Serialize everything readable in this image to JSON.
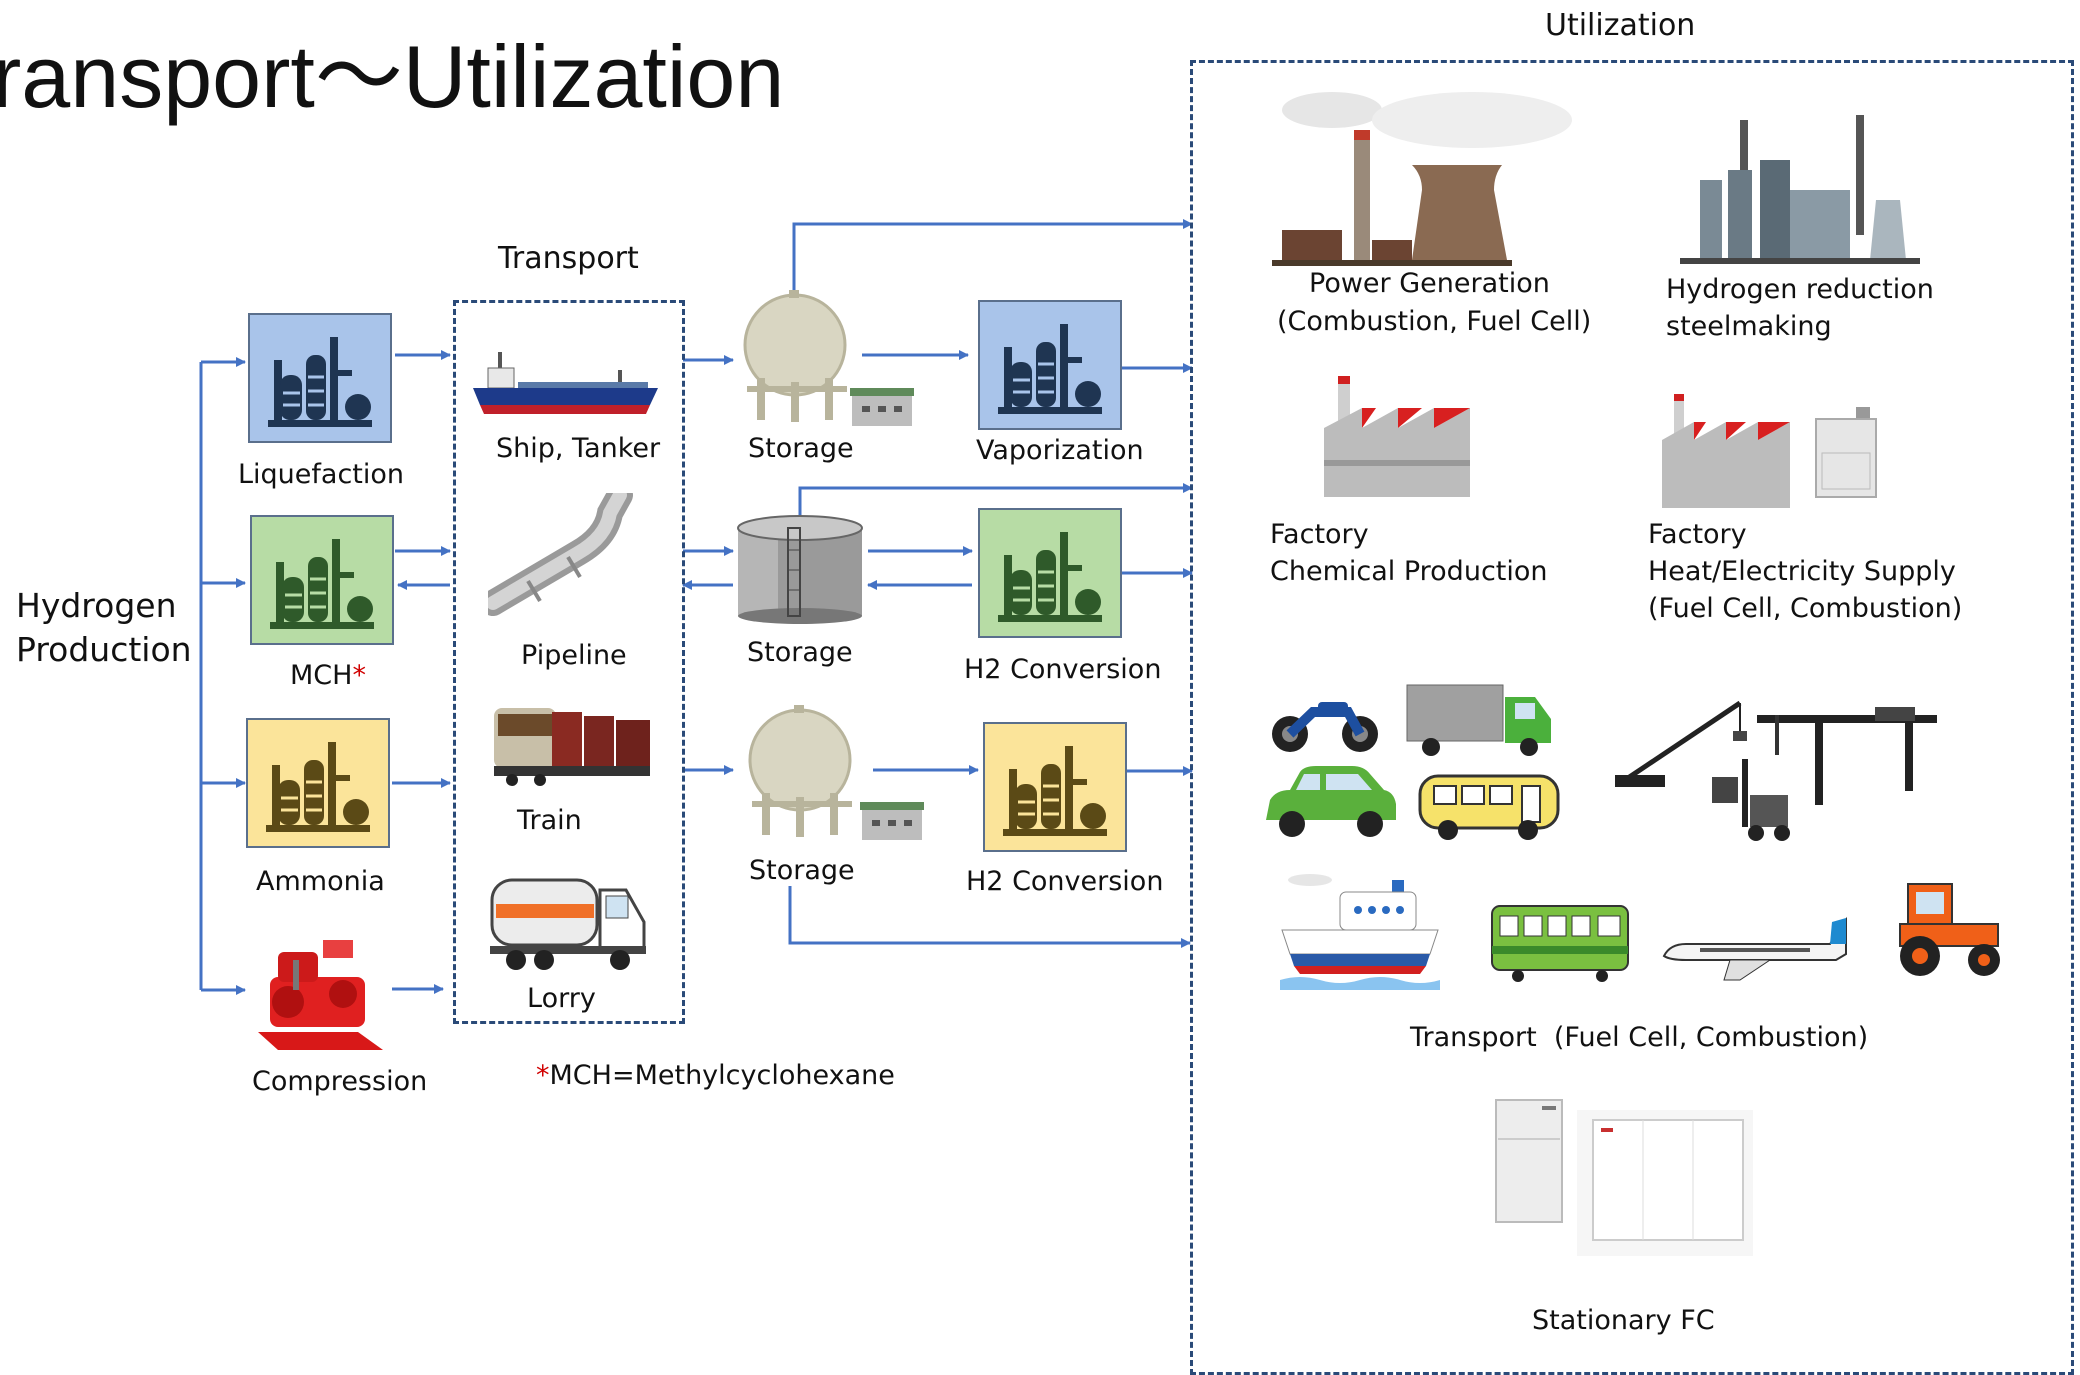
{
  "title": "ransport〜Utilization",
  "colors": {
    "arrow": "#4472c4",
    "dash_border": "#2a4a78",
    "plant_blue": "#a9c4ea",
    "plant_green": "#b7dca5",
    "plant_yellow": "#fbe49a",
    "plant_blue_icon": "#1f3552",
    "plant_green_icon": "#2f5a2a",
    "plant_yellow_icon": "#5b4a16",
    "asterisk": "#d00000"
  },
  "production": {
    "label_line1": "Hydrogen",
    "label_line2": "Production",
    "liquefaction": "Liquefaction",
    "mch": "MCH",
    "mch_asterisk": "*",
    "ammonia": "Ammonia",
    "compression": "Compression"
  },
  "transport": {
    "heading": "Transport",
    "ship": "Ship, Tanker",
    "pipeline": "Pipeline",
    "train": "Train",
    "lorry": "Lorry"
  },
  "storage": {
    "storage1": "Storage",
    "storage2": "Storage",
    "storage3": "Storage",
    "vaporization": "Vaporization",
    "h2_conversion_1": "H2 Conversion",
    "h2_conversion_2": "H2 Conversion"
  },
  "footnote": {
    "asterisk": "*",
    "text": "MCH=Methylcyclohexane"
  },
  "utilization": {
    "heading": "Utilization",
    "power_line1": "Power Generation",
    "power_line2": "(Combustion, Fuel Cell)",
    "steel_line1": "Hydrogen reduction",
    "steel_line2": "steelmaking",
    "factory_chem_line1": "Factory",
    "factory_chem_line2": "Chemical Production",
    "factory_heat_line1": "Factory",
    "factory_heat_line2": "Heat/Electricity Supply",
    "factory_heat_line3": "(Fuel Cell, Combustion)",
    "transport_label": "Transport  (Fuel Cell, Combustion)",
    "stationary": "Stationary FC"
  },
  "icons": [
    "refinery-icon",
    "ship-icon",
    "pipeline-icon",
    "train-icon",
    "lorry-icon",
    "spherical-tank-icon",
    "cylindrical-tank-icon",
    "compressor-icon",
    "power-plant-icon",
    "steel-plant-icon",
    "factory-icon",
    "boiler-icon",
    "motorcycle-icon",
    "truck-icon",
    "car-icon",
    "bus-icon",
    "crane-icon",
    "gantry-crane-icon",
    "forklift-icon",
    "ferry-icon",
    "commuter-train-icon",
    "airplane-icon",
    "tractor-icon",
    "fuel-cell-unit-icon"
  ]
}
